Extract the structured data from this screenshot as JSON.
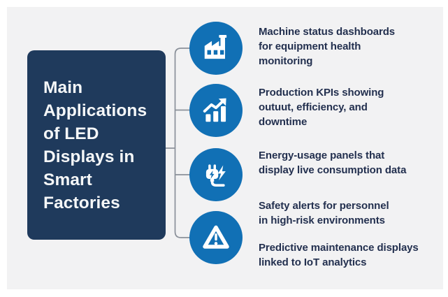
{
  "infographic": {
    "title_lines": "Main\nApplications\nof LED\nDisplays in\nSmart\nFactories",
    "title_flat": "Main Applications of LED Displays in Smart Factories"
  },
  "items": [
    {
      "icon": "factory-icon",
      "text": "Machine status dashboards\nfor equipment health\nmonitoring"
    },
    {
      "icon": "growth-chart-icon",
      "text": "Production KPIs showing\noutuut, efficiency, and\ndowntime"
    },
    {
      "icon": "energy-plug-icon",
      "text": "Energy-usage panels that\ndisplay live consumption data"
    },
    {
      "icon": "warning-triangle-icon",
      "text": "Safety alerts for personnel\nin high-risk environments"
    },
    {
      "icon": "none",
      "text": "Predictive maintenance displays\nlinked to IoT analytics"
    }
  ],
  "colors": {
    "canvas_bg": "#f2f2f3",
    "title_box_bg": "#1f3a5c",
    "icon_circle_blue": "#1170b5",
    "body_text": "#23304f",
    "title_text": "#f5f7f8",
    "connector_gray": "#8a9099"
  }
}
